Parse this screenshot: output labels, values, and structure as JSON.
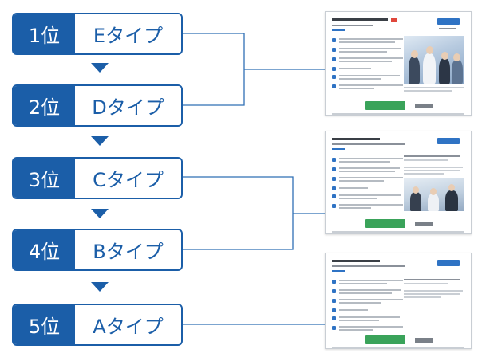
{
  "ranking": [
    {
      "rank": "1位",
      "type": "Eタイプ"
    },
    {
      "rank": "2位",
      "type": "Dタイプ"
    },
    {
      "rank": "3位",
      "type": "Cタイプ"
    },
    {
      "rank": "4位",
      "type": "Bタイプ"
    },
    {
      "rank": "5位",
      "type": "Aタイプ"
    }
  ],
  "colors": {
    "primary_blue": "#1b5ea8",
    "connector": "#2f6fb5",
    "cta_green": "#3aa35a",
    "badge_red": "#e0473c"
  }
}
